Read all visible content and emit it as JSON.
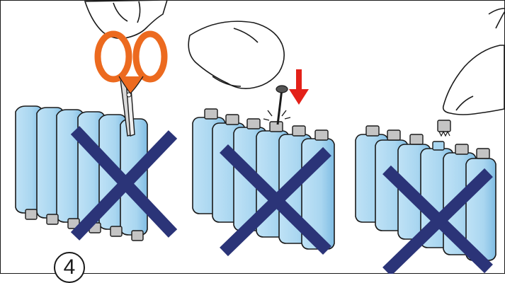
{
  "step": {
    "number": "4"
  },
  "colors": {
    "bottle_fill": "#a9d6f0",
    "bottle_shade": "#7fbce3",
    "bottle_stroke": "#1a1a1a",
    "cap_fill": "#c4c4c4",
    "scissor_handle": "#ec6a1f",
    "cross_mark": "#2b3478",
    "arrow": "#e32119",
    "skin": "#ffffff"
  },
  "panels": [
    {
      "name": "cut-with-scissors",
      "tool": "scissors-icon",
      "crossed_out": true
    },
    {
      "name": "pierce-with-pin",
      "tool": "pin-icon",
      "crossed_out": true
    },
    {
      "name": "remove-cap-by-hand",
      "tool": "cap-icon",
      "crossed_out": true
    }
  ]
}
